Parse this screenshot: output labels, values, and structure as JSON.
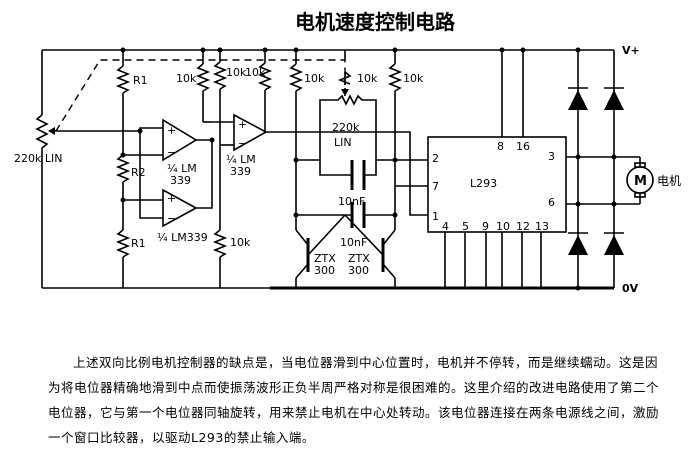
{
  "title": "电机速度控制电路",
  "rails": {
    "positive": "V+",
    "ground": "0V"
  },
  "components": {
    "r1_top": "R1",
    "r2": "R2",
    "r1_bottom": "R1",
    "pot_main": "220k LIN",
    "pot_osc_value": "220k",
    "pot_osc_type": "LIN",
    "r10k_a": "10k",
    "r10k_b": "10k",
    "r10k_c": "10k",
    "r10k_d": "10k",
    "r10k_e": "10k",
    "r10k_f": "10k",
    "r10k_g": "10k",
    "op_a_frac": "¼ LM",
    "op_a_num": "339",
    "op_b_frac": "¼ LM",
    "op_b_num": "339",
    "op_c": "¼ LM339",
    "cap_a": "10nF",
    "cap_b": "10nF",
    "trans_a_name": "ZTX",
    "trans_a_num": "300",
    "trans_b_name": "ZTX",
    "trans_b_num": "300",
    "ic": "L293",
    "motor_symbol": "M",
    "motor_label": "电机"
  },
  "op_signs": {
    "plus": "+",
    "minus": "−"
  },
  "pins": {
    "p1": "1",
    "p2": "2",
    "p3": "3",
    "p4": "4",
    "p5": "5",
    "p6": "6",
    "p7": "7",
    "p8": "8",
    "p9": "9",
    "p10": "10",
    "p12": "12",
    "p13": "13",
    "p16": "16"
  },
  "description": "上述双向比例电机控制器的缺点是，当电位器滑到中心位置时，电机并不停转，而是继续蠕动。这是因为将电位器精确地滑到中点而使振荡波形正负半周严格对称是很困难的。这里介绍的改进电路使用了第二个电位器，它与第一个电位器同轴旋转，用来禁止电机在中心处转动。该电位器连接在两条电源线之间，激励一个窗口比较器，以驱动L293的禁止输入端。"
}
